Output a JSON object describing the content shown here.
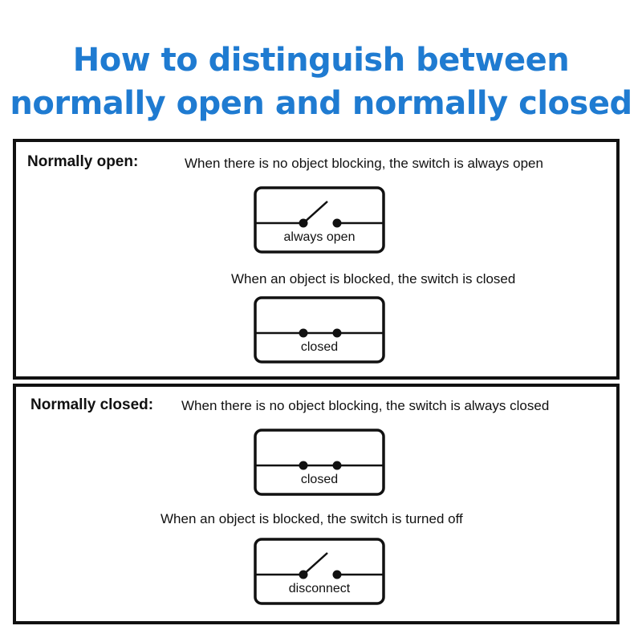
{
  "title": {
    "line1": "How to distinguish between",
    "line2": "normally open and normally closed"
  },
  "colors": {
    "title": "#1f7bd1",
    "lines": "#111111"
  },
  "normally_open": {
    "label": "Normally open:",
    "desc_unblocked": "When there is no object blocking, the switch is always open",
    "switch_unblocked": {
      "state": "open",
      "caption": "always open"
    },
    "desc_blocked": "When an object is blocked, the switch is closed",
    "switch_blocked": {
      "state": "closed",
      "caption": "closed"
    }
  },
  "normally_closed": {
    "label": "Normally closed:",
    "desc_unblocked": "When there is no object blocking, the switch is always closed",
    "switch_unblocked": {
      "state": "closed",
      "caption": "closed"
    },
    "desc_blocked": "When an object is blocked, the switch is turned off",
    "switch_blocked": {
      "state": "open",
      "caption": "disconnect"
    }
  }
}
